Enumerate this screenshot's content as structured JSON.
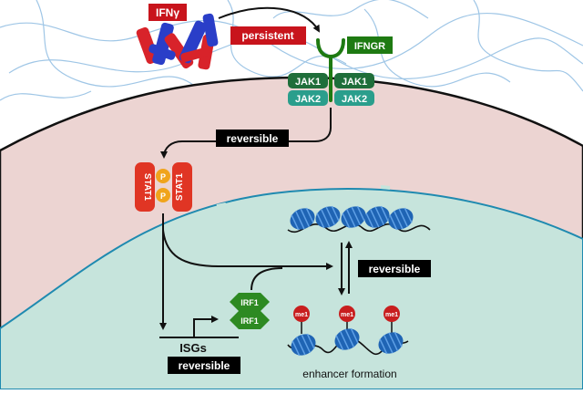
{
  "labels": {
    "ifng": "IFNγ",
    "persistent": "persistent",
    "ifngr": "IFNGR",
    "jak1": "JAK1",
    "jak2": "JAK2",
    "reversible": "reversible",
    "stat1": "STAT1",
    "phospho": "P",
    "irf1": "IRF1",
    "isgs": "ISGs",
    "me1": "me1",
    "enhancer_formation": "enhancer formation"
  },
  "colors": {
    "red_label": "#c8141c",
    "green_receptor": "#1e7a12",
    "jak_dark_green": "#1f6e3a",
    "jak_teal": "#2a9e8c",
    "stat_red": "#e03524",
    "phospho_yellow": "#f0a41c",
    "nucleosome_blue": "#1f64b4",
    "irf_green": "#2d8a22",
    "me1_red": "#c81e1e",
    "cytoplasm": "#ecd4d2",
    "nucleus": "#c6e4dc",
    "black_box": "#000000"
  }
}
